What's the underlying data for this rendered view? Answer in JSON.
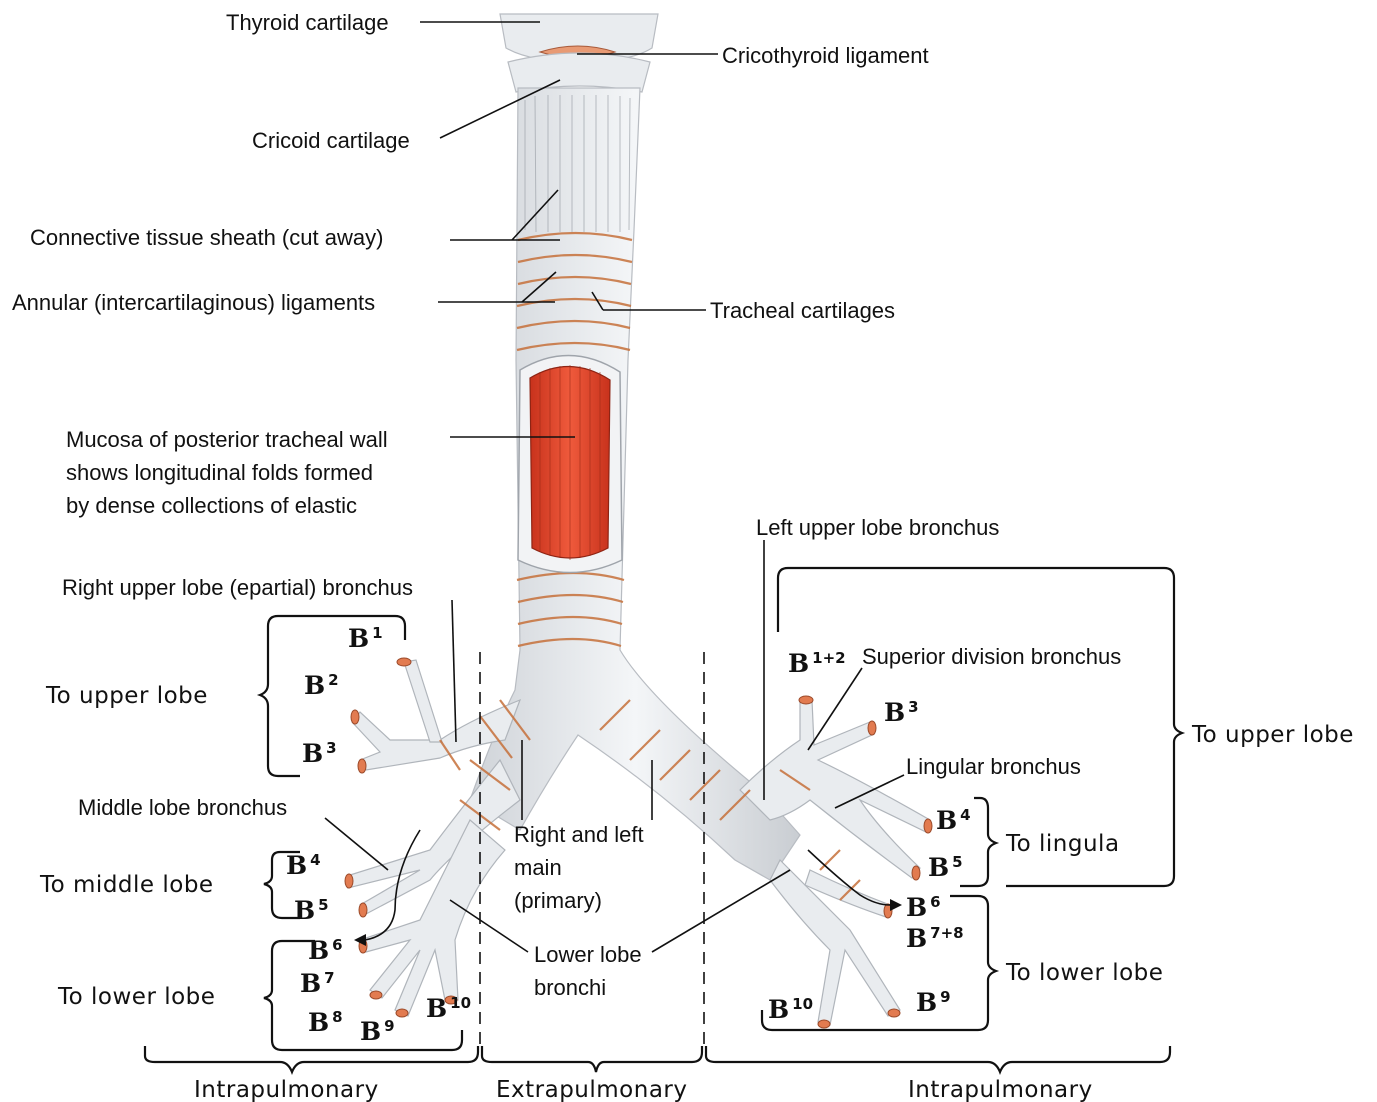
{
  "labels": {
    "thyroid_cartilage": "Thyroid cartilage",
    "cricothyroid_ligament": "Cricothyroid ligament",
    "cricoid_cartilage": "Cricoid cartilage",
    "connective_tissue_sheath": "Connective tissue sheath (cut away)",
    "annular_ligaments": "Annular (intercartilaginous) ligaments",
    "tracheal_cartilages": "Tracheal cartilages",
    "mucosa_line1": "Mucosa of posterior tracheal wall",
    "mucosa_line2": "shows longitudinal folds formed",
    "mucosa_line3": "by dense collections of elastic",
    "left_upper_lobe_bronchus": "Left upper lobe bronchus",
    "right_upper_lobe_bronchus": "Right upper lobe (epartial) bronchus",
    "superior_division_bronchus": "Superior division bronchus",
    "lingular_bronchus": "Lingular bronchus",
    "middle_lobe_bronchus": "Middle lobe bronchus",
    "main_line1": "Right and left",
    "main_line2": "main",
    "main_line3": "(primary)",
    "lower_lobe_line1": "Lower lobe",
    "lower_lobe_line2": "bronchi"
  },
  "groups": {
    "right_upper": "To upper lobe",
    "right_middle": "To middle lobe",
    "right_lower": "To lower lobe",
    "left_upper": "To upper lobe",
    "left_lingula": "To lingula",
    "left_lower": "To lower lobe"
  },
  "regions": {
    "left": "Intrapulmonary",
    "center": "Extrapulmonary",
    "right": "Intrapulmonary"
  },
  "segments": {
    "r_b1": {
      "base": "B",
      "sup": "1"
    },
    "r_b2": {
      "base": "B",
      "sup": "2"
    },
    "r_b3": {
      "base": "B",
      "sup": "3"
    },
    "r_b4": {
      "base": "B",
      "sup": "4"
    },
    "r_b5": {
      "base": "B",
      "sup": "5"
    },
    "r_b6": {
      "base": "B",
      "sup": "6"
    },
    "r_b7": {
      "base": "B",
      "sup": "7"
    },
    "r_b8": {
      "base": "B",
      "sup": "8"
    },
    "r_b9": {
      "base": "B",
      "sup": "9"
    },
    "r_b10": {
      "base": "B",
      "sup": "10"
    },
    "l_b12": {
      "base": "B",
      "sup": "1+2"
    },
    "l_b3": {
      "base": "B",
      "sup": "3"
    },
    "l_b4": {
      "base": "B",
      "sup": "4"
    },
    "l_b5": {
      "base": "B",
      "sup": "5"
    },
    "l_b6": {
      "base": "B",
      "sup": "6"
    },
    "l_b78": {
      "base": "B",
      "sup": "7+8"
    },
    "l_b9": {
      "base": "B",
      "sup": "9"
    },
    "l_b10": {
      "base": "B",
      "sup": "10"
    }
  },
  "colors": {
    "mucosa": "#e0452a",
    "cartilage_edge": "#c5703a",
    "airway": "#e9ecef",
    "tip": "#e27b50"
  }
}
